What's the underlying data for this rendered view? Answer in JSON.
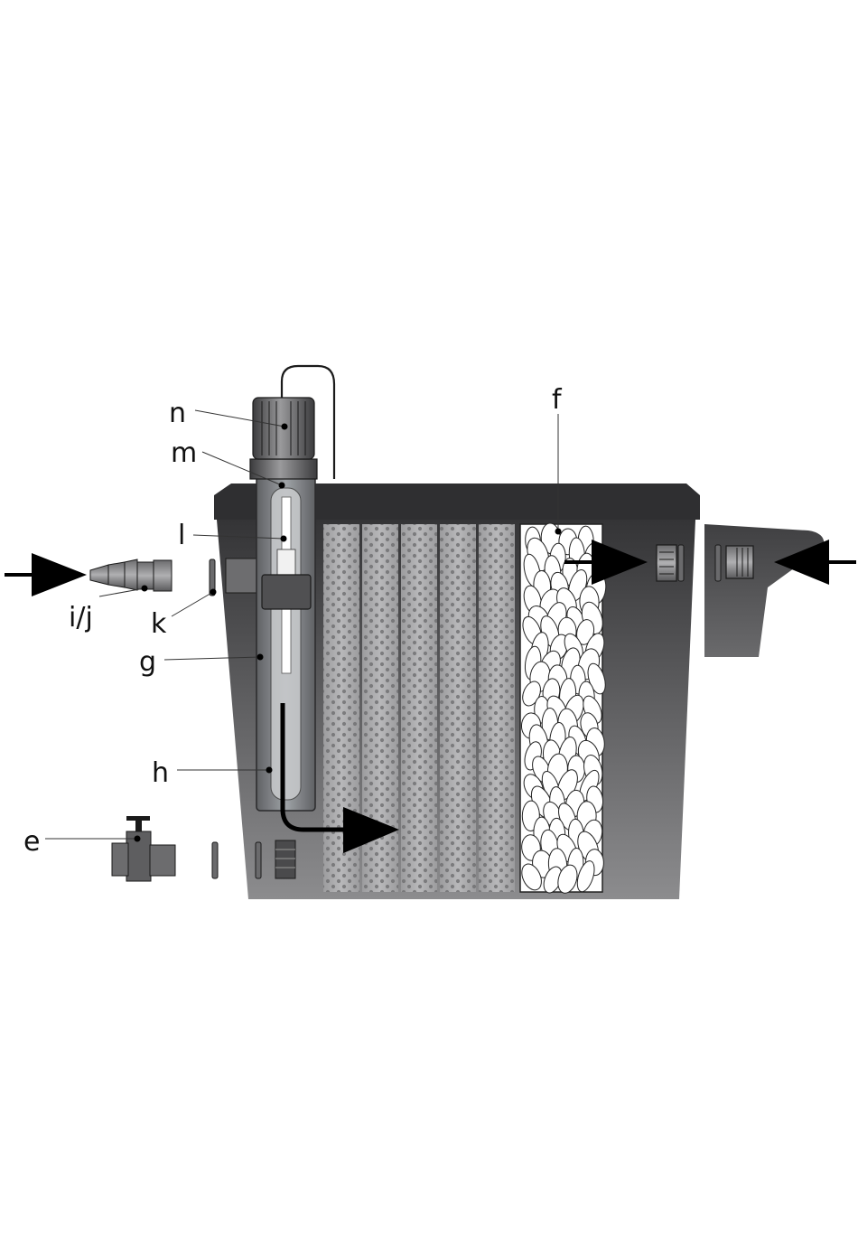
{
  "colors": {
    "background": "#ffffff",
    "tank_top": "#3a3a3c",
    "tank_bottom": "#8a8a8c",
    "sponge": "#a7a7a9",
    "media_chamber": "#ffffff",
    "arrow": "#000000",
    "fitting": "#5a5a5c"
  },
  "labels": {
    "n": "n",
    "m": "m",
    "l": "l",
    "f": "f",
    "ij": "i/j",
    "k": "k",
    "g": "g",
    "h": "h",
    "e": "e"
  },
  "icons": {
    "flow_arrow": "arrow-right-icon",
    "flow_arrow_in": "arrow-left-icon"
  }
}
